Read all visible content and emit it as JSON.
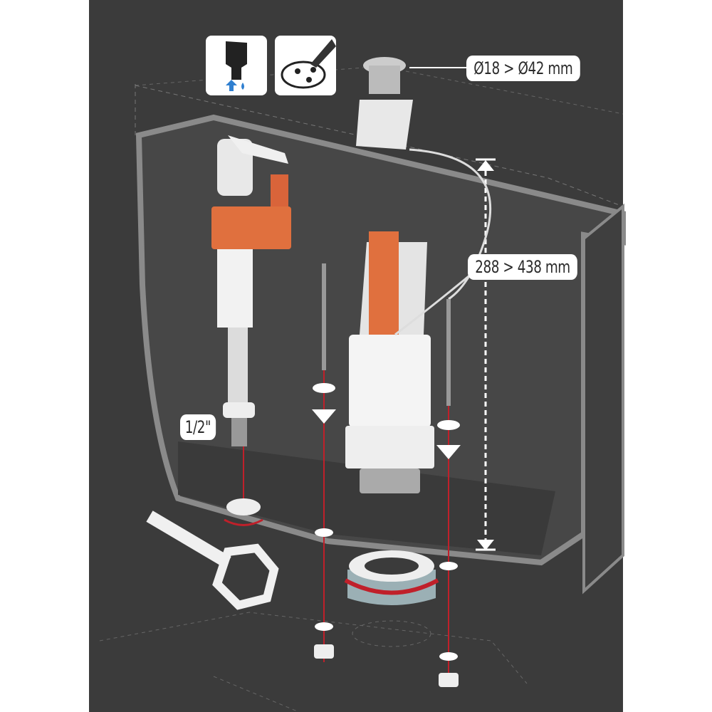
{
  "labels": {
    "button_diameter": "Ø18 > Ø42 mm",
    "height_range": "288 > 438 mm",
    "inlet_thread": "1/2\""
  },
  "icons": [
    "fill-valve-water-inlet-icon",
    "valve-seal-cleaning-icon"
  ],
  "colors": {
    "background": "#3b3b3b",
    "accent_orange": "#e0703e",
    "guide_red": "#c0202a",
    "blue": "#2f7fd0"
  }
}
